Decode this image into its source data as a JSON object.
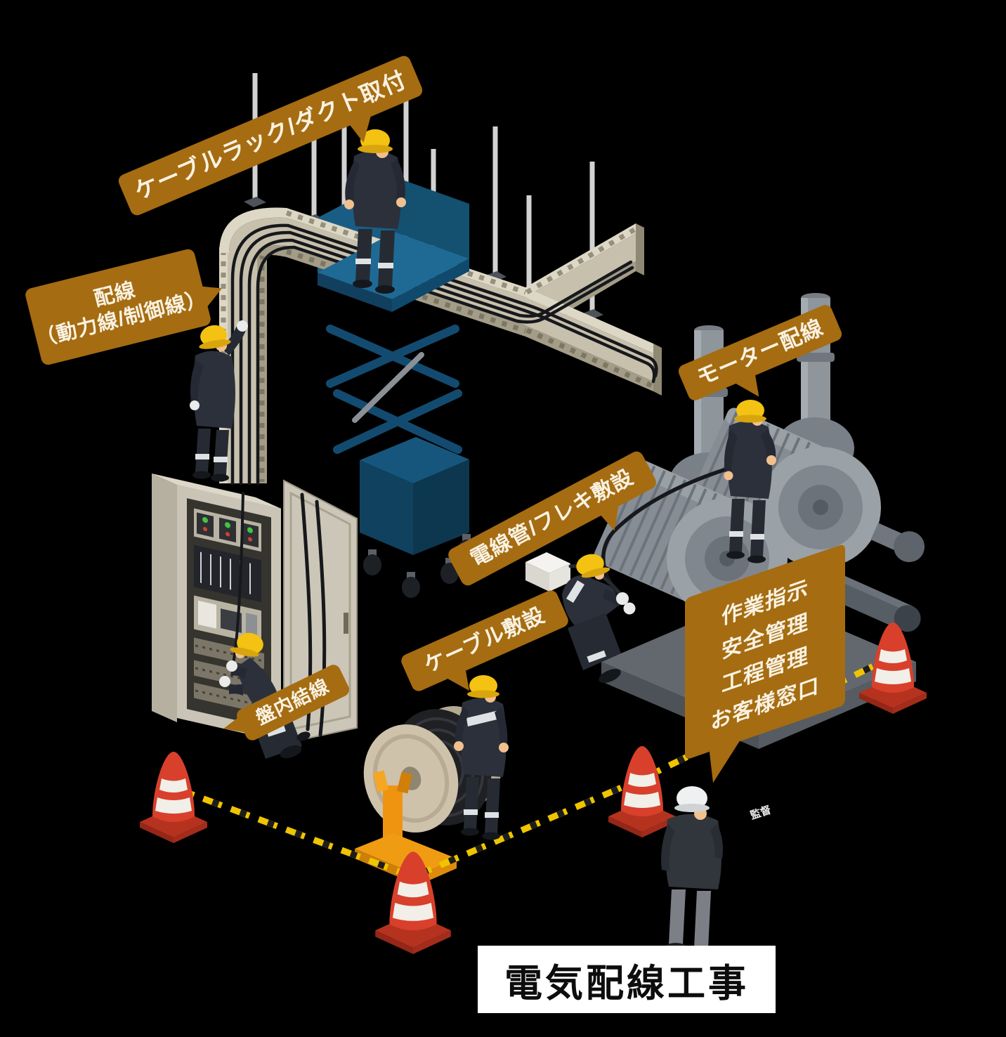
{
  "title": {
    "text": "電気配線工事"
  },
  "watermark": "監督",
  "colors": {
    "background": "#000000",
    "callout": "#a56c12",
    "callout_text": "#f9f2e2",
    "title_bg": "#ffffff",
    "title_text": "#0d0d0d",
    "lift_blue": "#17567c",
    "helmet_yellow": "#f3c212",
    "helmet_white": "#eef0f1",
    "cone_red": "#d8402c",
    "tape_yellow": "#efc400",
    "tray_beige": "#c7c0ac",
    "machine_gray": "#8d949b",
    "stand_orange": "#ef9410"
  },
  "callouts": {
    "cable_rack": {
      "text": "ケーブルラック/ダクト取付"
    },
    "wiring": {
      "lines": [
        "配線",
        "（動力線/制御線）"
      ]
    },
    "motor_wiring": {
      "text": "モーター配線"
    },
    "conduit_flex": {
      "text": "電線管/フレキ敷設"
    },
    "cable_laying": {
      "text": "ケーブル敷設"
    },
    "panel_wiring": {
      "text": "盤内結線"
    },
    "management": {
      "lines": [
        "作業指示",
        "安全管理",
        "工程管理",
        "お客様窓口"
      ]
    }
  }
}
